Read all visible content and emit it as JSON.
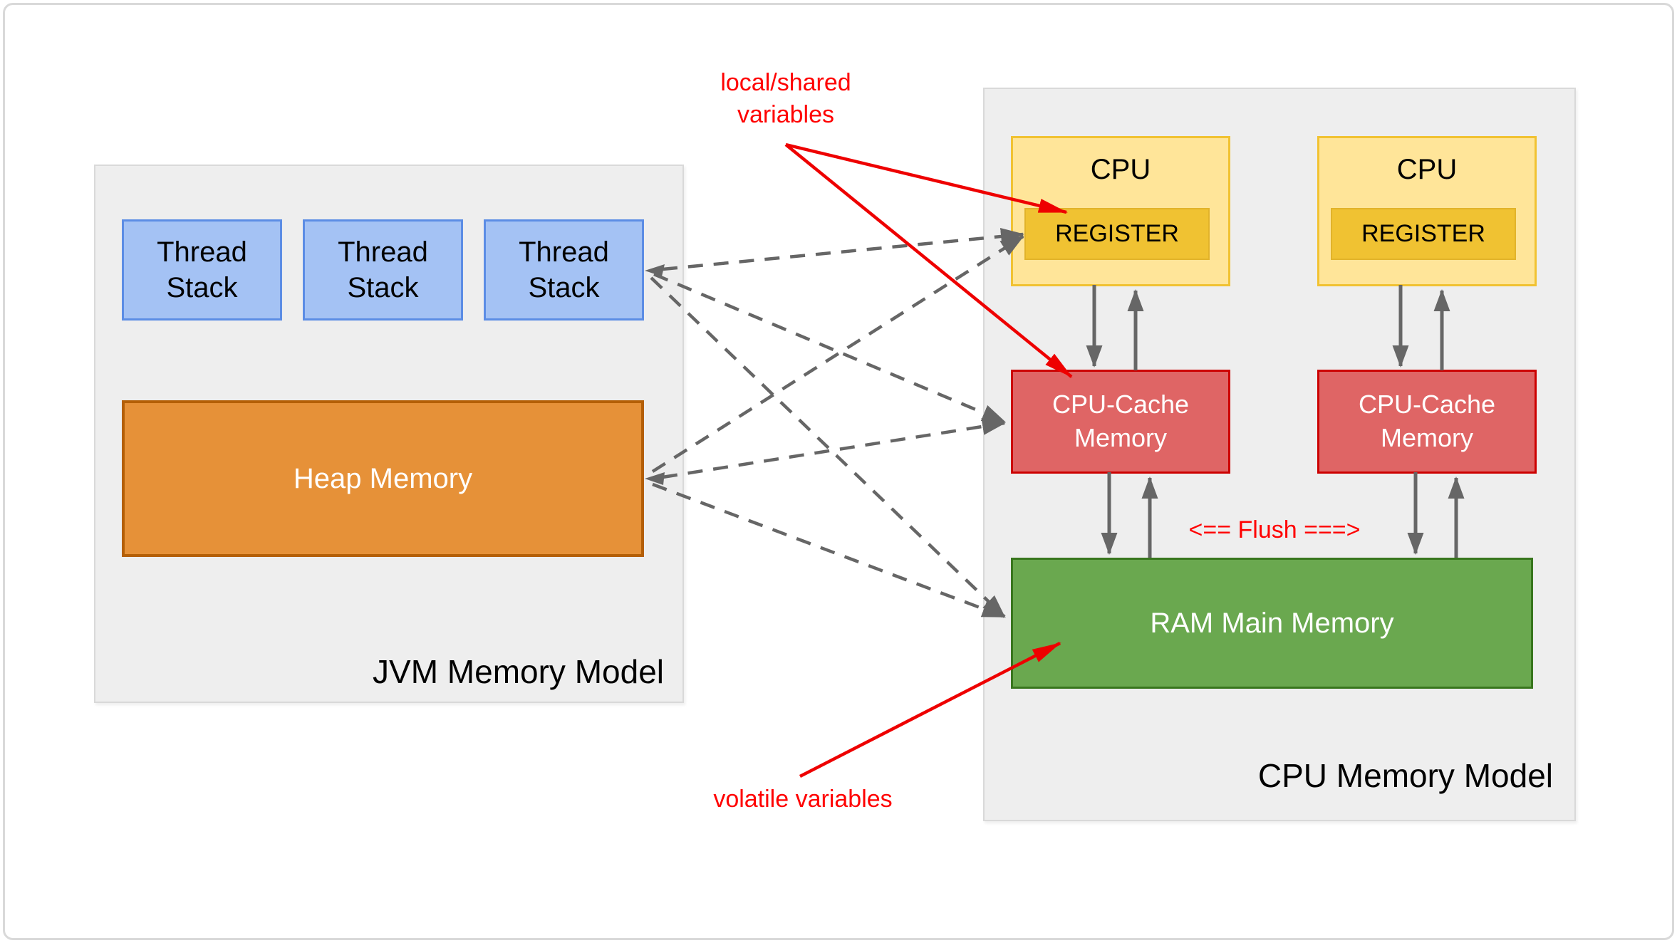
{
  "jvm_panel": {
    "title": "JVM Memory Model",
    "thread_stacks": [
      "Thread Stack",
      "Thread Stack",
      "Thread Stack"
    ],
    "heap_label": "Heap Memory"
  },
  "cpu_panel": {
    "title": "CPU Memory Model",
    "cpus": [
      {
        "label": "CPU",
        "register_label": "REGISTER"
      },
      {
        "label": "CPU",
        "register_label": "REGISTER"
      }
    ],
    "caches": [
      "CPU-Cache Memory",
      "CPU-Cache Memory"
    ],
    "ram_label": "RAM Main Memory",
    "flush_label": "<== Flush ===>"
  },
  "annotations": {
    "local_shared_label": "local/shared variables",
    "volatile_label": "volatile variables"
  },
  "colors": {
    "annotation-color": "#ff0000",
    "thread-fill": "#a4c2f4",
    "thread-border": "#5c8de5",
    "heap-fill": "#e69138",
    "heap-border": "#b45f06",
    "cpu-fill": "#ffe599",
    "cpu-border": "#f1c232",
    "register-fill": "#f0c232",
    "register-border": "#e2b32a",
    "cache-fill": "#df6565",
    "cache-border": "#cc0000",
    "ram-fill": "#6aa84f",
    "ram-border": "#38761d",
    "arrow-gray": "#666666",
    "arrow-red": "#ee0000"
  }
}
